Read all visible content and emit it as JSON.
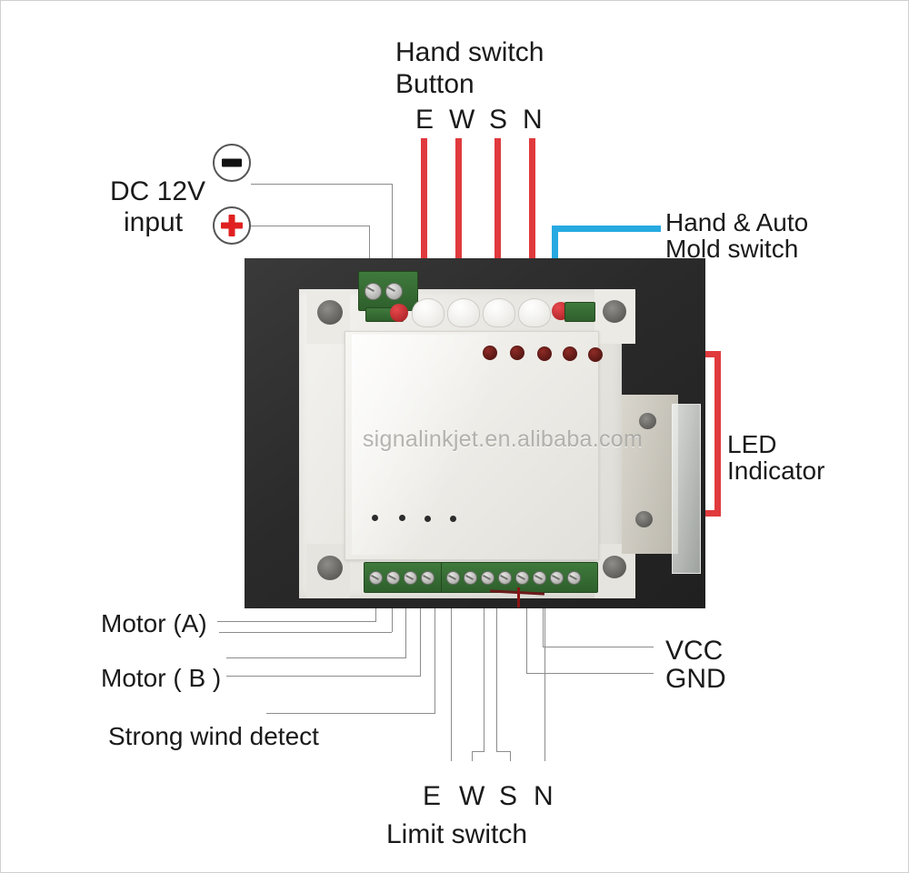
{
  "diagram": {
    "title_watermark": "signalinkjet.en.alibaba.com",
    "colors": {
      "callout_red": "#e03a3e",
      "callout_blue": "#27aae1",
      "leader_gray": "#8c8c8c",
      "text": "#1a1a1a",
      "terminal_green": "#3f7a3c"
    },
    "labels": {
      "hand_switch_line1": "Hand switch",
      "hand_switch_line2": "Button",
      "dc_input_line1": "DC 12V",
      "dc_input_line2": "input",
      "hand_auto_line1": "Hand & Auto",
      "hand_auto_line2": "Mold switch",
      "led_line1": "LED",
      "led_line2": "Indicator",
      "motor_a": "Motor (A)",
      "motor_b": "Motor ( B )",
      "strong_wind": "Strong wind detect",
      "vcc": "VCC",
      "gnd": "GND",
      "limit_switch": "Limit switch"
    },
    "polarity": {
      "negative": "minus-symbol",
      "positive": "plus-symbol"
    },
    "top_terminals": [
      "E",
      "W",
      "S",
      "N"
    ],
    "bottom_terminals": [
      "E",
      "W",
      "S",
      "N"
    ]
  }
}
